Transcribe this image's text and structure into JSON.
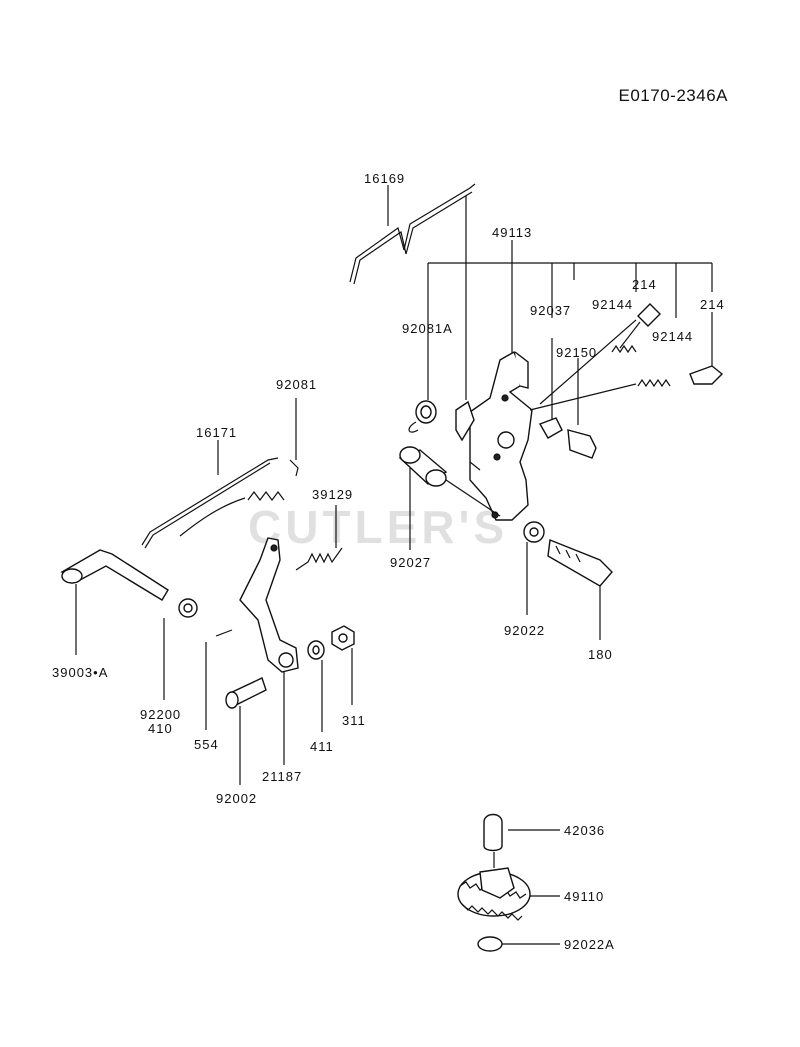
{
  "drawing_code": "E0170-2346A",
  "watermark": "CUTLER'S",
  "parts": [
    {
      "id": "p16169",
      "label": "16169"
    },
    {
      "id": "p49113",
      "label": "49113"
    },
    {
      "id": "p214a",
      "label": "214"
    },
    {
      "id": "p92144a",
      "label": "92144"
    },
    {
      "id": "p214b",
      "label": "214"
    },
    {
      "id": "p92037",
      "label": "92037"
    },
    {
      "id": "p92081A",
      "label": "92081A"
    },
    {
      "id": "p92144b",
      "label": "92144"
    },
    {
      "id": "p92150",
      "label": "92150"
    },
    {
      "id": "p92081",
      "label": "92081"
    },
    {
      "id": "p16171",
      "label": "16171"
    },
    {
      "id": "p39129",
      "label": "39129"
    },
    {
      "id": "p92027",
      "label": "92027"
    },
    {
      "id": "p92022",
      "label": "92022"
    },
    {
      "id": "p180",
      "label": "180"
    },
    {
      "id": "p39003A",
      "label": "39003•A"
    },
    {
      "id": "p92200",
      "label": "92200"
    },
    {
      "id": "p410",
      "label": "410"
    },
    {
      "id": "p554",
      "label": "554"
    },
    {
      "id": "p411",
      "label": "411"
    },
    {
      "id": "p311",
      "label": "311"
    },
    {
      "id": "p21187",
      "label": "21187"
    },
    {
      "id": "p92002",
      "label": "92002"
    },
    {
      "id": "p42036",
      "label": "42036"
    },
    {
      "id": "p49110",
      "label": "49110"
    },
    {
      "id": "p92022A",
      "label": "92022A"
    }
  ]
}
